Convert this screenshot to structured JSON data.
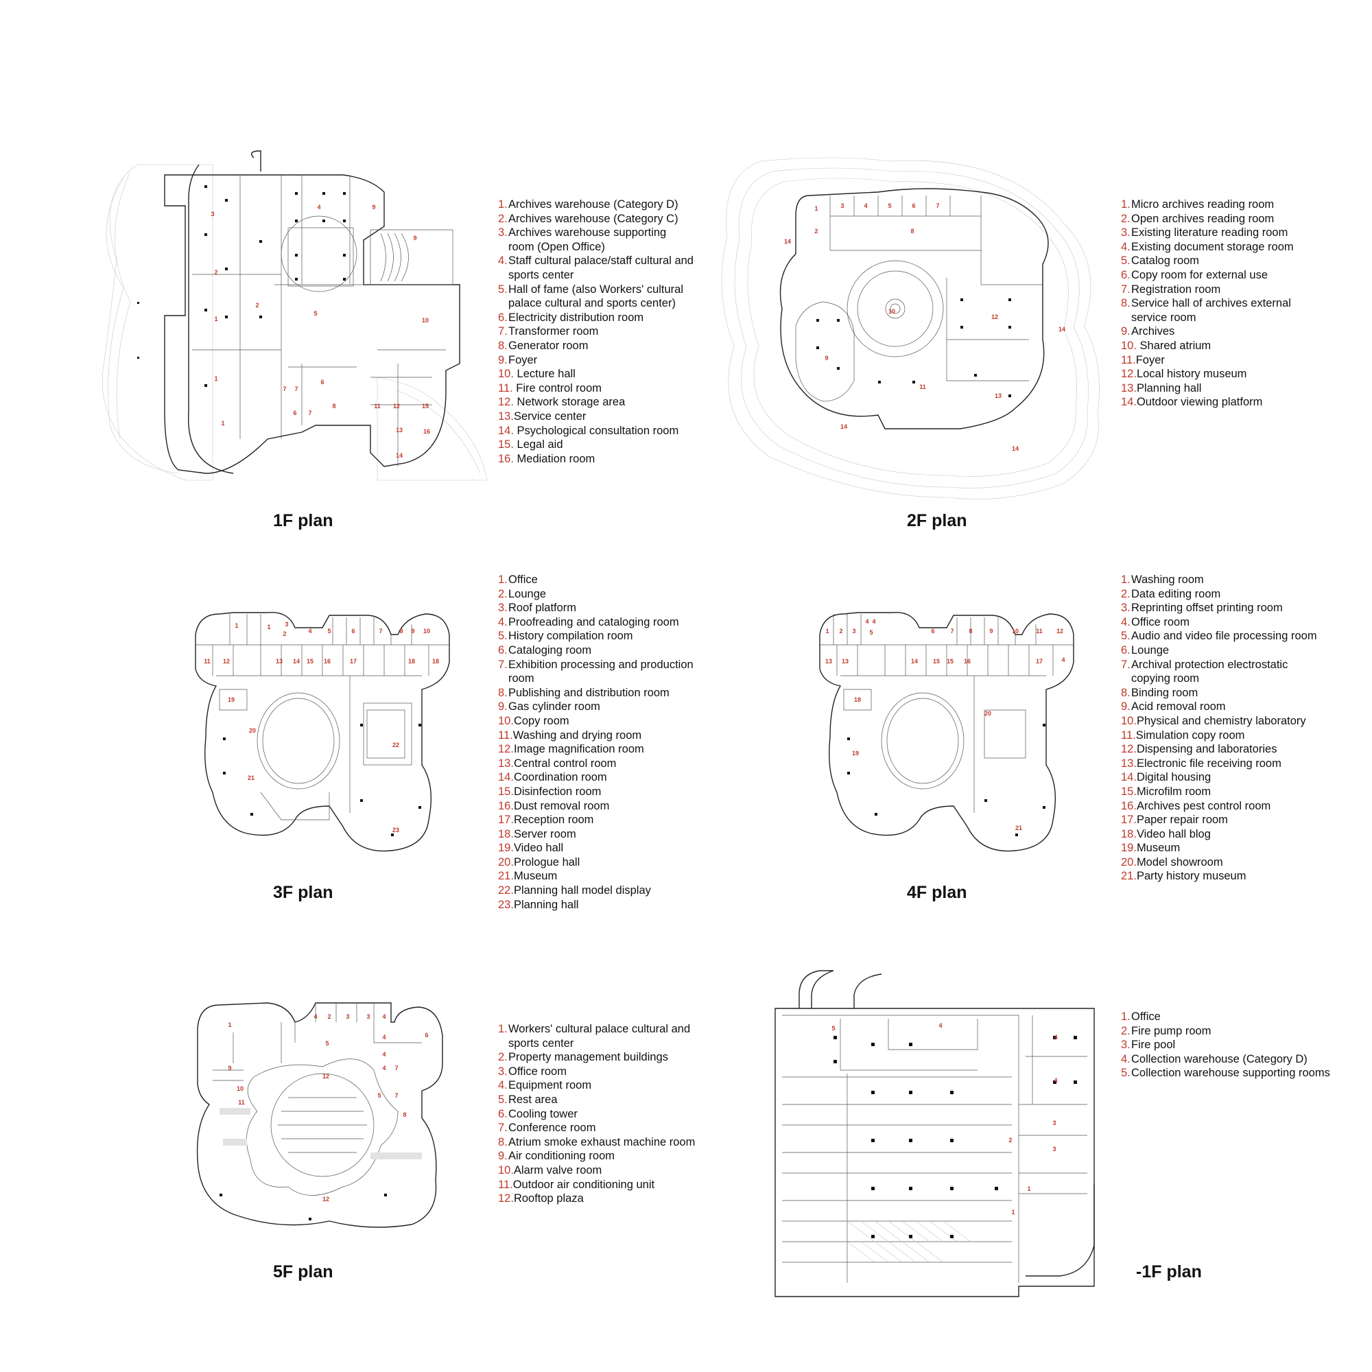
{
  "plans": [
    {
      "id": "1f",
      "title": "1F plan",
      "legend": [
        {
          "num": "1.",
          "text": "Archives warehouse (Category D)"
        },
        {
          "num": "2.",
          "text": "Archives warehouse (Category C)"
        },
        {
          "num": "3.",
          "text": "Archives warehouse supporting\nroom (Open Office)"
        },
        {
          "num": "4.",
          "text": "Staff cultural palace/staff cultural and\nsports center"
        },
        {
          "num": "5.",
          "text": "Hall of fame (also Workers' cultural\npalace cultural and sports center)"
        },
        {
          "num": "6.",
          "text": "Electricity distribution room"
        },
        {
          "num": "7.",
          "text": "Transformer room"
        },
        {
          "num": "8.",
          "text": "Generator room"
        },
        {
          "num": "9.",
          "text": "Foyer"
        },
        {
          "num": "10.",
          "text": " Lecture hall"
        },
        {
          "num": "11.",
          "text": " Fire control room"
        },
        {
          "num": "12.",
          "text": " Network storage area"
        },
        {
          "num": "13.",
          "text": "Service center"
        },
        {
          "num": "14.",
          "text": " Psychological consultation room"
        },
        {
          "num": "15.",
          "text": " Legal aid"
        },
        {
          "num": "16.",
          "text": " Mediation room"
        }
      ]
    },
    {
      "id": "2f",
      "title": "2F plan",
      "legend": [
        {
          "num": "1.",
          "text": "Micro archives reading room"
        },
        {
          "num": "2.",
          "text": "Open archives reading room"
        },
        {
          "num": "3.",
          "text": "Existing literature reading room"
        },
        {
          "num": "4.",
          "text": "Existing document storage room"
        },
        {
          "num": "5.",
          "text": "Catalog room"
        },
        {
          "num": "6.",
          "text": "Copy room for external use"
        },
        {
          "num": "7.",
          "text": "Registration room"
        },
        {
          "num": "8.",
          "text": "Service hall of archives external\nservice room"
        },
        {
          "num": "9.",
          "text": "Archives"
        },
        {
          "num": "10.",
          "text": " Shared atrium"
        },
        {
          "num": "11.",
          "text": "Foyer"
        },
        {
          "num": "12.",
          "text": "Local history museum"
        },
        {
          "num": "13.",
          "text": "Planning hall"
        },
        {
          "num": "14.",
          "text": "Outdoor viewing platform"
        }
      ]
    },
    {
      "id": "3f",
      "title": "3F plan",
      "legend": [
        {
          "num": "1.",
          "text": "Office"
        },
        {
          "num": "2.",
          "text": "Lounge"
        },
        {
          "num": "3.",
          "text": "Roof platform"
        },
        {
          "num": "4.",
          "text": "Proofreading and cataloging room"
        },
        {
          "num": "5.",
          "text": "History compilation room"
        },
        {
          "num": "6.",
          "text": "Cataloging room"
        },
        {
          "num": "7.",
          "text": "Exhibition processing and production\nroom"
        },
        {
          "num": "8.",
          "text": "Publishing and distribution room"
        },
        {
          "num": "9.",
          "text": "Gas cylinder room"
        },
        {
          "num": "10.",
          "text": "Copy room"
        },
        {
          "num": "11.",
          "text": "Washing and drying room"
        },
        {
          "num": "12.",
          "text": "Image magnification room"
        },
        {
          "num": "13.",
          "text": "Central control room"
        },
        {
          "num": "14.",
          "text": "Coordination room"
        },
        {
          "num": "15.",
          "text": "Disinfection room"
        },
        {
          "num": "16.",
          "text": "Dust removal room"
        },
        {
          "num": "17.",
          "text": "Reception room"
        },
        {
          "num": "18.",
          "text": "Server room"
        },
        {
          "num": "19.",
          "text": "Video hall"
        },
        {
          "num": "20.",
          "text": "Prologue hall"
        },
        {
          "num": "21.",
          "text": "Museum"
        },
        {
          "num": "22.",
          "text": "Planning hall model display"
        },
        {
          "num": "23.",
          "text": "Planning hall"
        }
      ]
    },
    {
      "id": "4f",
      "title": "4F plan",
      "legend": [
        {
          "num": "1.",
          "text": "Washing room"
        },
        {
          "num": "2.",
          "text": "Data editing room"
        },
        {
          "num": "3.",
          "text": "Reprinting offset printing room"
        },
        {
          "num": "4.",
          "text": "Office room"
        },
        {
          "num": "5.",
          "text": "Audio and video file processing room"
        },
        {
          "num": "6.",
          "text": "Lounge"
        },
        {
          "num": "7.",
          "text": "Archival protection electrostatic\ncopying room"
        },
        {
          "num": "8.",
          "text": "Binding room"
        },
        {
          "num": "9.",
          "text": "Acid removal room"
        },
        {
          "num": "10.",
          "text": "Physical and chemistry laboratory"
        },
        {
          "num": "11.",
          "text": "Simulation copy room"
        },
        {
          "num": "12.",
          "text": "Dispensing and laboratories"
        },
        {
          "num": "13.",
          "text": "Electronic file receiving room"
        },
        {
          "num": "14.",
          "text": "Digital housing"
        },
        {
          "num": "15.",
          "text": "Microfilm room"
        },
        {
          "num": "16.",
          "text": "Archives pest control room"
        },
        {
          "num": "17.",
          "text": "Paper repair room"
        },
        {
          "num": "18.",
          "text": "Video hall blog"
        },
        {
          "num": "19.",
          "text": "Museum"
        },
        {
          "num": "20.",
          "text": "Model showroom"
        },
        {
          "num": "21.",
          "text": "Party history museum"
        }
      ]
    },
    {
      "id": "5f",
      "title": "5F plan",
      "legend": [
        {
          "num": "1.",
          "text": "Workers' cultural palace cultural and\nsports center"
        },
        {
          "num": "2.",
          "text": "Property management buildings"
        },
        {
          "num": "3.",
          "text": "Office room"
        },
        {
          "num": "4.",
          "text": "Equipment room"
        },
        {
          "num": "5.",
          "text": "Rest area"
        },
        {
          "num": "6.",
          "text": "Cooling tower"
        },
        {
          "num": "7.",
          "text": "Conference room"
        },
        {
          "num": "8.",
          "text": "Atrium smoke exhaust machine room"
        },
        {
          "num": "9.",
          "text": "Air conditioning room"
        },
        {
          "num": "10.",
          "text": "Alarm valve room"
        },
        {
          "num": "11.",
          "text": "Outdoor air conditioning unit"
        },
        {
          "num": "12.",
          "text": "Rooftop plaza"
        }
      ]
    },
    {
      "id": "b1",
      "title": "-1F plan",
      "legend": [
        {
          "num": "1.",
          "text": "Office"
        },
        {
          "num": "2.",
          "text": "Fire pump room"
        },
        {
          "num": "3.",
          "text": "Fire pool"
        },
        {
          "num": "4.",
          "text": "Collection warehouse (Category D)"
        },
        {
          "num": "5.",
          "text": "Collection warehouse supporting rooms"
        }
      ]
    }
  ],
  "room_labels": {
    "f1": [
      "3",
      "4",
      "9",
      "9",
      "2",
      "2",
      "1",
      "5",
      "10",
      "1",
      "6",
      "7",
      "7",
      "1",
      "6",
      "7",
      "8",
      "11",
      "12",
      "15",
      "13",
      "16",
      "14"
    ],
    "f2": [
      "1",
      "3",
      "4",
      "5",
      "6",
      "7",
      "2",
      "8",
      "14",
      "10",
      "12",
      "9",
      "14",
      "11",
      "13",
      "14",
      "14"
    ],
    "f3": [
      "1",
      "1",
      "2",
      "3",
      "4",
      "5",
      "6",
      "7",
      "8",
      "9",
      "10",
      "11",
      "12",
      "13",
      "14",
      "15",
      "16",
      "17",
      "18",
      "18",
      "19",
      "20",
      "21",
      "22",
      "23"
    ],
    "f4": [
      "1",
      "2",
      "3",
      "4",
      "4",
      "5",
      "6",
      "7",
      "8",
      "9",
      "10",
      "11",
      "12",
      "13",
      "13",
      "14",
      "15",
      "15",
      "16",
      "17",
      "4",
      "18",
      "20",
      "19",
      "21"
    ],
    "f5": [
      "1",
      "4",
      "2",
      "3",
      "3",
      "4",
      "5",
      "4",
      "6",
      "4",
      "4",
      "7",
      "12",
      "9",
      "10",
      "11",
      "5",
      "7",
      "8",
      "12"
    ],
    "b1": [
      "5",
      "4",
      "4",
      "4",
      "3",
      "2",
      "3",
      "1",
      "1"
    ]
  },
  "colors": {
    "accent_red": "#c0392b",
    "ink": "#111111",
    "hatch": "#c8c8c8"
  }
}
